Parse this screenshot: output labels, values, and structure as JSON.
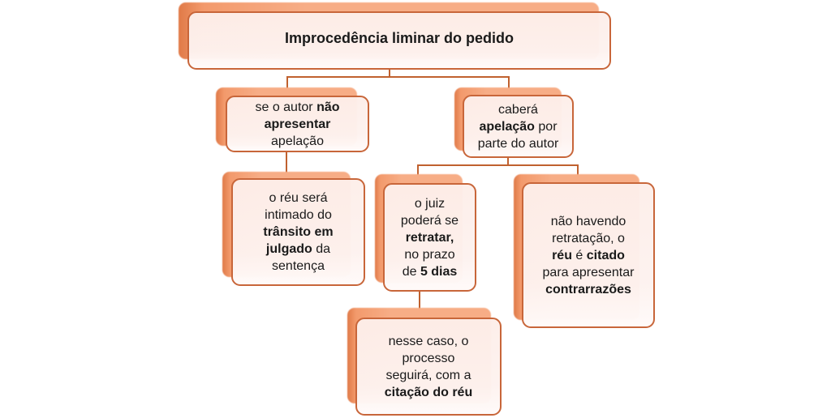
{
  "colors": {
    "border": "#c8663a",
    "connector": "#c0612f",
    "shadow": "#f7ad86",
    "fill": "#fdeee9"
  },
  "nodes": [
    {
      "id": "root",
      "lines": [
        [
          {
            "text": "Improcedência liminar do pedido",
            "bold": true
          }
        ]
      ]
    },
    {
      "id": "no-appeal",
      "lines": [
        [
          {
            "text": "se o autor ",
            "bold": false
          },
          {
            "text": "não",
            "bold": true
          }
        ],
        [
          {
            "text": "apresentar",
            "bold": true
          }
        ],
        [
          {
            "text": "apelação",
            "bold": false
          }
        ]
      ]
    },
    {
      "id": "appeal",
      "lines": [
        [
          {
            "text": "caberá",
            "bold": false
          }
        ],
        [
          {
            "text": "apelação",
            "bold": true
          },
          {
            "text": " por",
            "bold": false
          }
        ],
        [
          {
            "text": "parte do autor",
            "bold": false
          }
        ]
      ]
    },
    {
      "id": "res-judicata",
      "lines": [
        [
          {
            "text": "o réu será",
            "bold": false
          }
        ],
        [
          {
            "text": "intimado do",
            "bold": false
          }
        ],
        [
          {
            "text": "trânsito em",
            "bold": true
          }
        ],
        [
          {
            "text": "julgado",
            "bold": true
          },
          {
            "text": " da",
            "bold": false
          }
        ],
        [
          {
            "text": "sentença",
            "bold": false
          }
        ]
      ]
    },
    {
      "id": "retract",
      "lines": [
        [
          {
            "text": "o juiz",
            "bold": false
          }
        ],
        [
          {
            "text": "poderá se",
            "bold": false
          }
        ],
        [
          {
            "text": "retratar,",
            "bold": true
          }
        ],
        [
          {
            "text": "no prazo",
            "bold": false
          }
        ],
        [
          {
            "text": "de ",
            "bold": false
          },
          {
            "text": "5 dias",
            "bold": true
          }
        ]
      ]
    },
    {
      "id": "no-retract",
      "lines": [
        [
          {
            "text": "não havendo",
            "bold": false
          }
        ],
        [
          {
            "text": "retratação, o",
            "bold": false
          }
        ],
        [
          {
            "text": "réu",
            "bold": true
          },
          {
            "text": " é ",
            "bold": false
          },
          {
            "text": "citado",
            "bold": true
          }
        ],
        [
          {
            "text": "para apresentar",
            "bold": false
          }
        ],
        [
          {
            "text": "contrarrazões",
            "bold": true
          }
        ]
      ]
    },
    {
      "id": "process-continues",
      "lines": [
        [
          {
            "text": "nesse caso, o",
            "bold": false
          }
        ],
        [
          {
            "text": "processo",
            "bold": false
          }
        ],
        [
          {
            "text": "seguirá, com a",
            "bold": false
          }
        ],
        [
          {
            "text": "citação do réu",
            "bold": true
          }
        ]
      ]
    }
  ]
}
